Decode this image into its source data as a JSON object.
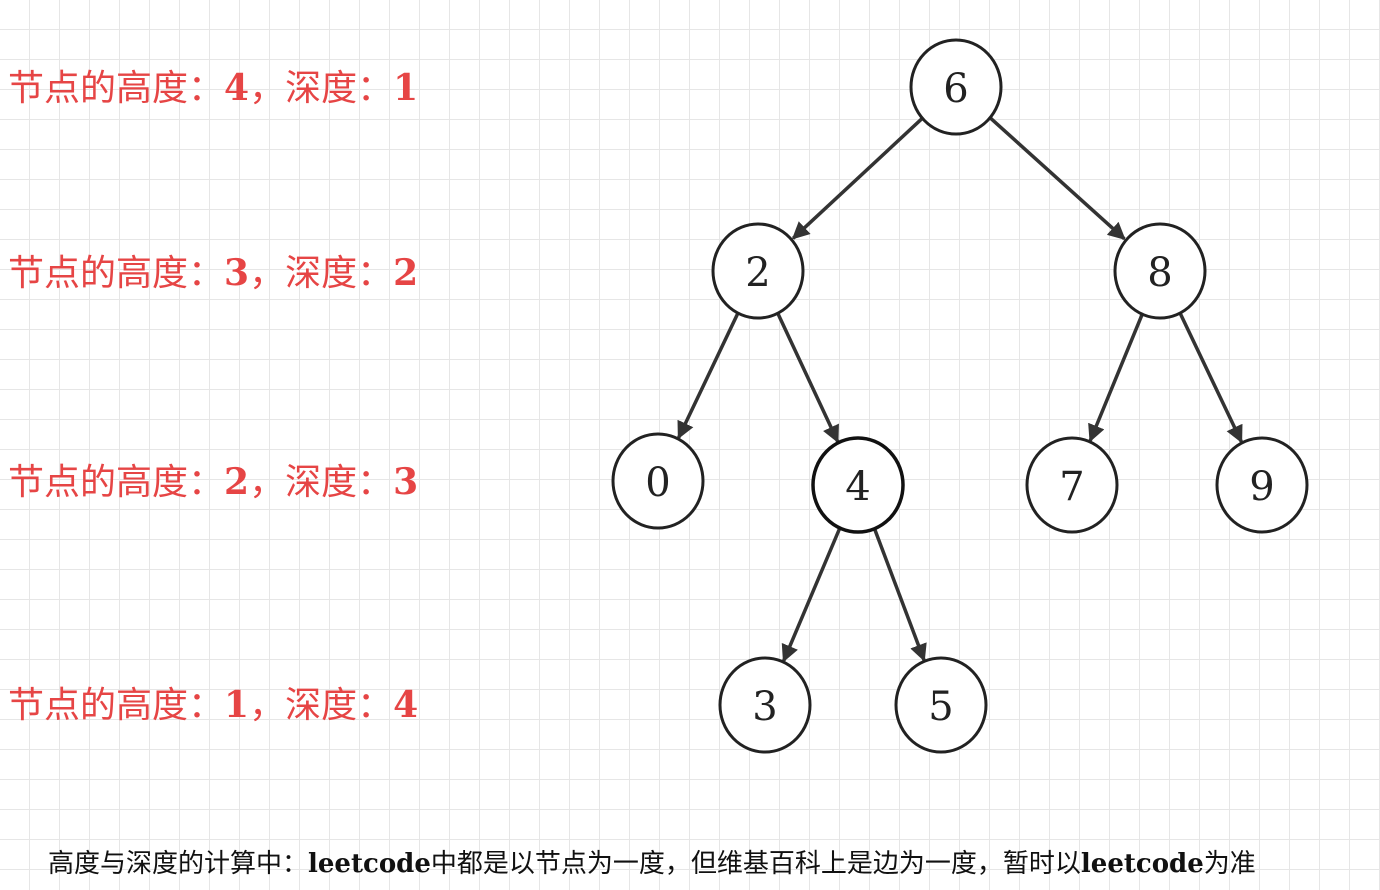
{
  "levels": [
    {
      "prefix": "节点的高度：",
      "height": "4",
      "sep": "，深度：",
      "depth": "1"
    },
    {
      "prefix": "节点的高度：",
      "height": "3",
      "sep": "，深度：",
      "depth": "2"
    },
    {
      "prefix": "节点的高度：",
      "height": "2",
      "sep": "，深度：",
      "depth": "3"
    },
    {
      "prefix": "节点的高度：",
      "height": "1",
      "sep": "，深度：",
      "depth": "4"
    }
  ],
  "nodes": [
    {
      "id": "n6",
      "label": "6"
    },
    {
      "id": "n2",
      "label": "2"
    },
    {
      "id": "n8",
      "label": "8"
    },
    {
      "id": "n0",
      "label": "0"
    },
    {
      "id": "n4",
      "label": "4"
    },
    {
      "id": "n7",
      "label": "7"
    },
    {
      "id": "n9",
      "label": "9"
    },
    {
      "id": "n3",
      "label": "3"
    },
    {
      "id": "n5",
      "label": "5"
    }
  ],
  "edges": [
    {
      "from": "n6",
      "to": "n2"
    },
    {
      "from": "n6",
      "to": "n8"
    },
    {
      "from": "n2",
      "to": "n0"
    },
    {
      "from": "n2",
      "to": "n4"
    },
    {
      "from": "n8",
      "to": "n7"
    },
    {
      "from": "n8",
      "to": "n9"
    },
    {
      "from": "n4",
      "to": "n3"
    },
    {
      "from": "n4",
      "to": "n5"
    }
  ],
  "footer": {
    "part1": "高度与深度的计算中：",
    "part2": "leetcode",
    "part3": "中都是以节点为一度，但维基百科上是边为一度，暂时以",
    "part4": "leetcode",
    "part5": "为准"
  },
  "colors": {
    "label_red": "#e64545",
    "node_stroke": "#222222",
    "edge": "#333333"
  }
}
